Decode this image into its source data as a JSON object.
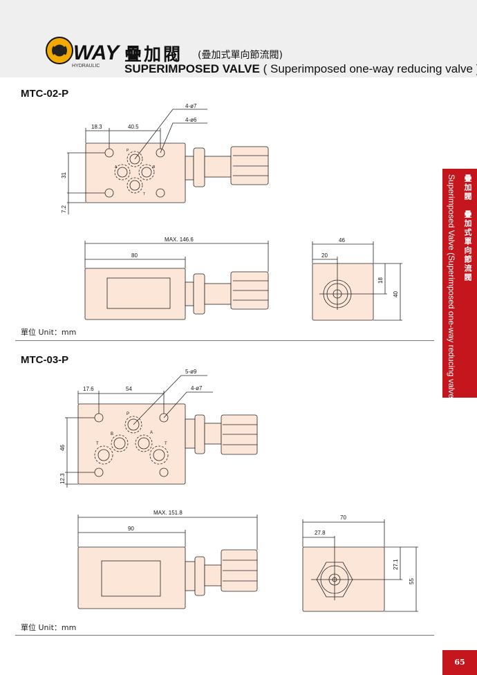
{
  "header": {
    "logo_text": "WAY",
    "logo_sub": "HYDRAULIC",
    "title_cn": "疊加閥",
    "title_cn_sub": "(疊加式單向節流閥)",
    "title_en_bold": "SUPERIMPOSED VALVE",
    "title_en": "( Superimposed one-way reducing valve )"
  },
  "side_tab": {
    "cn": "疊加閥　疊加式單向節流閥",
    "en": "Superimposed Valve (Superimposed one-way reducing valve)"
  },
  "sections": [
    {
      "title": "MTC-02-P",
      "top": {
        "dim_a": "18.3",
        "dim_b": "40.5",
        "hole1": "4-ø7",
        "hole2": "4-ø6",
        "dim_v1": "31",
        "dim_v2": "7.2",
        "ports": [
          "P",
          "A",
          "B",
          "T"
        ]
      },
      "front": {
        "max": "MAX. 146.6",
        "len": "80"
      },
      "side": {
        "w": "46",
        "off": "20",
        "h1": "18",
        "h2": "40"
      },
      "unit": "單位 Unit：mm"
    },
    {
      "title": "MTC-03-P",
      "top": {
        "dim_a": "17.6",
        "dim_b": "54",
        "hole1": "5-ø9",
        "hole2": "4-ø7",
        "dim_v1": "46",
        "dim_v2": "12.3",
        "ports": [
          "P",
          "B",
          "A",
          "T",
          "T"
        ]
      },
      "front": {
        "max": "MAX. 151.8",
        "len": "90"
      },
      "side": {
        "w": "70",
        "off": "27.8",
        "h1": "27.1",
        "h2": "55"
      },
      "unit": "單位 Unit：mm"
    }
  ],
  "page_number": "65",
  "colors": {
    "accent": "#c4161c",
    "body": "#fbe6d8",
    "logo": "#f2a900"
  }
}
